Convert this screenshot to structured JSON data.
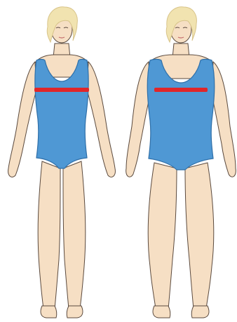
{
  "colors": {
    "background": "#ffffff",
    "skin": "#f6dfc4",
    "skin_shadow": "#e9c9a8",
    "outline": "#5b4a3e",
    "swimsuit": "#4f98d4",
    "swimsuit_dark": "#2f6fa8",
    "hair": "#f1e3b0",
    "hair_shadow": "#d8c48a",
    "measure_line": "#e0262a"
  },
  "figures": [
    {
      "id": "slim",
      "measure_label": "bust-line"
    },
    {
      "id": "broad",
      "measure_label": "bust-line"
    }
  ]
}
